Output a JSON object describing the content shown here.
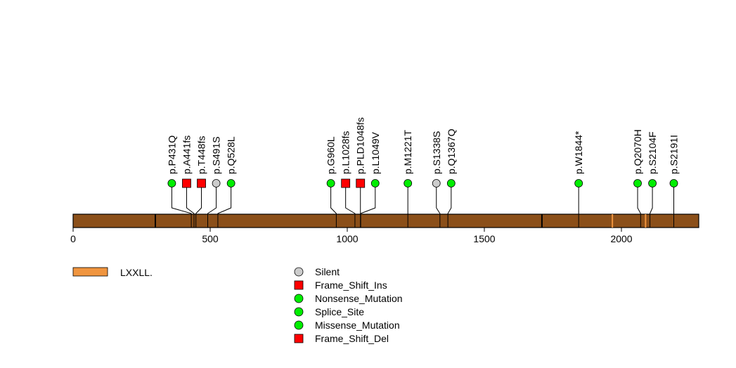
{
  "chart_data": {
    "type": "lollipop",
    "protein_length": 2282,
    "xlim": [
      0,
      2282
    ],
    "ticks": [
      0,
      500,
      1000,
      1500,
      2000
    ],
    "tick_labels": [
      "0",
      "500",
      "1000",
      "1500",
      "2000"
    ],
    "bar_color": "#8B4F19",
    "domains": [
      {
        "name": "LXXLL.",
        "color": "#F0953F",
        "starts": [
          1967,
          2088
        ]
      }
    ],
    "segment_marks": [
      300,
      1710
    ],
    "mutations": [
      {
        "label": "p.P431Q",
        "pos": 431,
        "type": "Missense_Mutation",
        "label_pos": 360
      },
      {
        "label": "p.A441fs",
        "pos": 441,
        "type": "Frame_Shift_Del",
        "label_pos": 414
      },
      {
        "label": "p.T448fs",
        "pos": 448,
        "type": "Frame_Shift_Del",
        "label_pos": 468
      },
      {
        "label": "p.S491S",
        "pos": 491,
        "type": "Silent",
        "label_pos": 522
      },
      {
        "label": "p.Q528L",
        "pos": 528,
        "type": "Missense_Mutation",
        "label_pos": 576
      },
      {
        "label": "p.G960L",
        "pos": 960,
        "type": "Missense_Mutation",
        "label_pos": 940
      },
      {
        "label": "p.L1028fs",
        "pos": 1028,
        "type": "Frame_Shift_Ins",
        "label_pos": 994
      },
      {
        "label": "p.PLD1048fs",
        "pos": 1048,
        "type": "Frame_Shift_Del",
        "label_pos": 1048
      },
      {
        "label": "p.L1049V",
        "pos": 1049,
        "type": "Missense_Mutation",
        "label_pos": 1102
      },
      {
        "label": "p.M1221T",
        "pos": 1221,
        "type": "Missense_Mutation",
        "label_pos": 1221
      },
      {
        "label": "p.S1338S",
        "pos": 1338,
        "type": "Silent",
        "label_pos": 1325
      },
      {
        "label": "p.Q1367Q",
        "pos": 1367,
        "type": "Missense_Mutation",
        "label_pos": 1379
      },
      {
        "label": "p.W1844*",
        "pos": 1844,
        "type": "Nonsense_Mutation",
        "label_pos": 1844
      },
      {
        "label": "p.Q2070H",
        "pos": 2070,
        "type": "Missense_Mutation",
        "label_pos": 2059
      },
      {
        "label": "p.S2104F",
        "pos": 2104,
        "type": "Missense_Mutation",
        "label_pos": 2113
      },
      {
        "label": "p.S2191I",
        "pos": 2191,
        "type": "Missense_Mutation",
        "label_pos": 2191
      }
    ],
    "legend": [
      {
        "label": "Silent",
        "shape": "circle",
        "color": "#CCCCCC"
      },
      {
        "label": "Frame_Shift_Ins",
        "shape": "square",
        "color": "#FF0000"
      },
      {
        "label": "Nonsense_Mutation",
        "shape": "circle",
        "color": "#00EE00"
      },
      {
        "label": "Splice_Site",
        "shape": "circle",
        "color": "#00EE00"
      },
      {
        "label": "Missense_Mutation",
        "shape": "circle",
        "color": "#00EE00"
      },
      {
        "label": "Frame_Shift_Del",
        "shape": "square",
        "color": "#FF0000"
      }
    ],
    "type_colors": {
      "Silent": "#CCCCCC",
      "Frame_Shift_Ins": "#FF0000",
      "Frame_Shift_Del": "#FF0000",
      "Nonsense_Mutation": "#00EE00",
      "Splice_Site": "#00EE00",
      "Missense_Mutation": "#00EE00"
    }
  }
}
